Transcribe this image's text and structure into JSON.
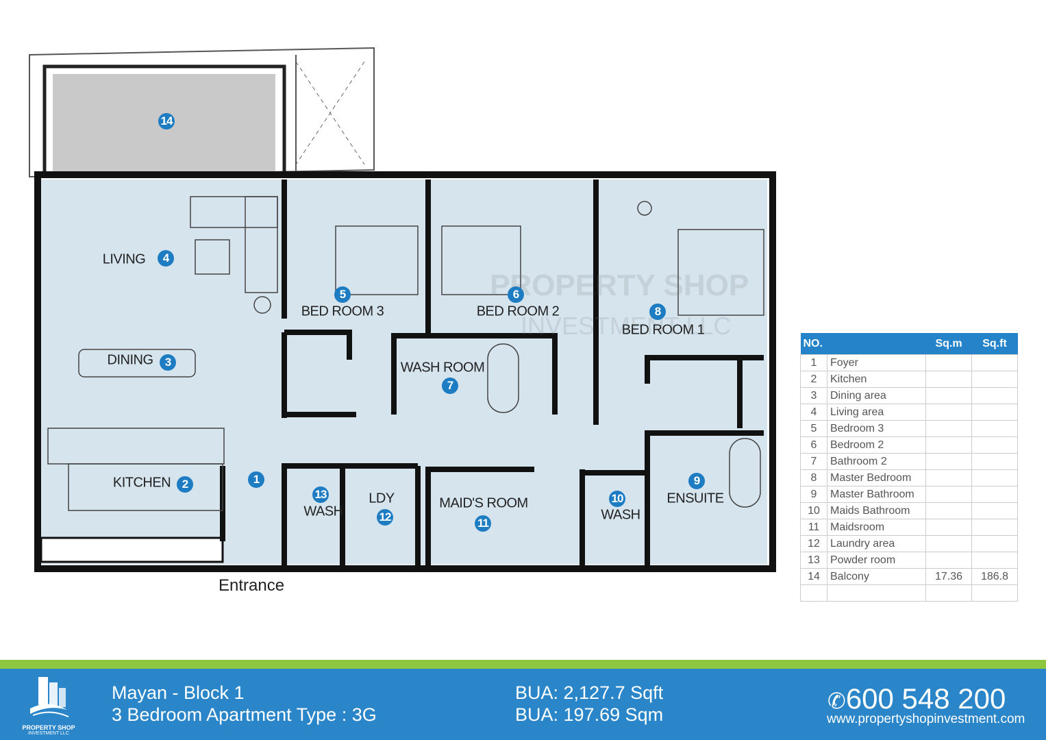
{
  "plan": {
    "rooms": {
      "living": "LIVING",
      "dining": "DINING",
      "kitchen": "KITCHEN",
      "bedroom3": "BED ROOM 3",
      "bedroom2": "BED ROOM 2",
      "bedroom1": "BED ROOM 1",
      "washroom": "WASH ROOM",
      "ensuite": "ENSUITE",
      "wash10": "WASH",
      "maids_room": "MAID'S ROOM",
      "ldy": "LDY",
      "wash13": "WASH"
    },
    "markers": [
      "1",
      "2",
      "3",
      "4",
      "5",
      "6",
      "7",
      "8",
      "9",
      "10",
      "11",
      "12",
      "13",
      "14"
    ],
    "entrance": "Entrance",
    "watermark": {
      "line1": "PROPERTY SHOP",
      "line2": "INVESTMENT LLC"
    },
    "colors": {
      "floor": "#d6e4ee",
      "balcony": "#c9c9c9",
      "marker": "#1e7cc2"
    }
  },
  "table": {
    "headers": {
      "no": "NO.",
      "sqm": "Sq.m",
      "sqft": "Sq.ft"
    },
    "rows": [
      {
        "no": "1",
        "name": "Foyer",
        "sqm": "",
        "sqft": ""
      },
      {
        "no": "2",
        "name": "Kitchen",
        "sqm": "",
        "sqft": ""
      },
      {
        "no": "3",
        "name": "Dining area",
        "sqm": "",
        "sqft": ""
      },
      {
        "no": "4",
        "name": "Living  area",
        "sqm": "",
        "sqft": ""
      },
      {
        "no": "5",
        "name": "Bedroom 3",
        "sqm": "",
        "sqft": ""
      },
      {
        "no": "6",
        "name": "Bedroom 2",
        "sqm": "",
        "sqft": ""
      },
      {
        "no": "7",
        "name": "Bathroom 2",
        "sqm": "",
        "sqft": ""
      },
      {
        "no": "8",
        "name": "Master Bedroom",
        "sqm": "",
        "sqft": ""
      },
      {
        "no": "9",
        "name": "Master Bathroom",
        "sqm": "",
        "sqft": ""
      },
      {
        "no": "10",
        "name": "Maids Bathroom",
        "sqm": "",
        "sqft": ""
      },
      {
        "no": "11",
        "name": "Maidsroom",
        "sqm": "",
        "sqft": ""
      },
      {
        "no": "12",
        "name": "Laundry area",
        "sqm": "",
        "sqft": ""
      },
      {
        "no": "13",
        "name": "Powder room",
        "sqm": "",
        "sqft": ""
      },
      {
        "no": "14",
        "name": "Balcony",
        "sqm": "17.36",
        "sqft": "186.8"
      },
      {
        "no": "",
        "name": "",
        "sqm": "",
        "sqft": ""
      }
    ]
  },
  "footer": {
    "logo_line1": "PROPERTY SHOP",
    "logo_line2": "INVESTMENT LLC",
    "project": "Mayan - Block 1",
    "type": "3 Bedroom Apartment Type : 3G",
    "bua_sqft": "BUA: 2,127.7 Sqft",
    "bua_sqm": "BUA: 197.69 Sqm",
    "phone": "600 548 200",
    "website": "www.propertyshopinvestment.com",
    "colors": {
      "bar": "#2a86c8",
      "stripe": "#8dc63f"
    }
  }
}
